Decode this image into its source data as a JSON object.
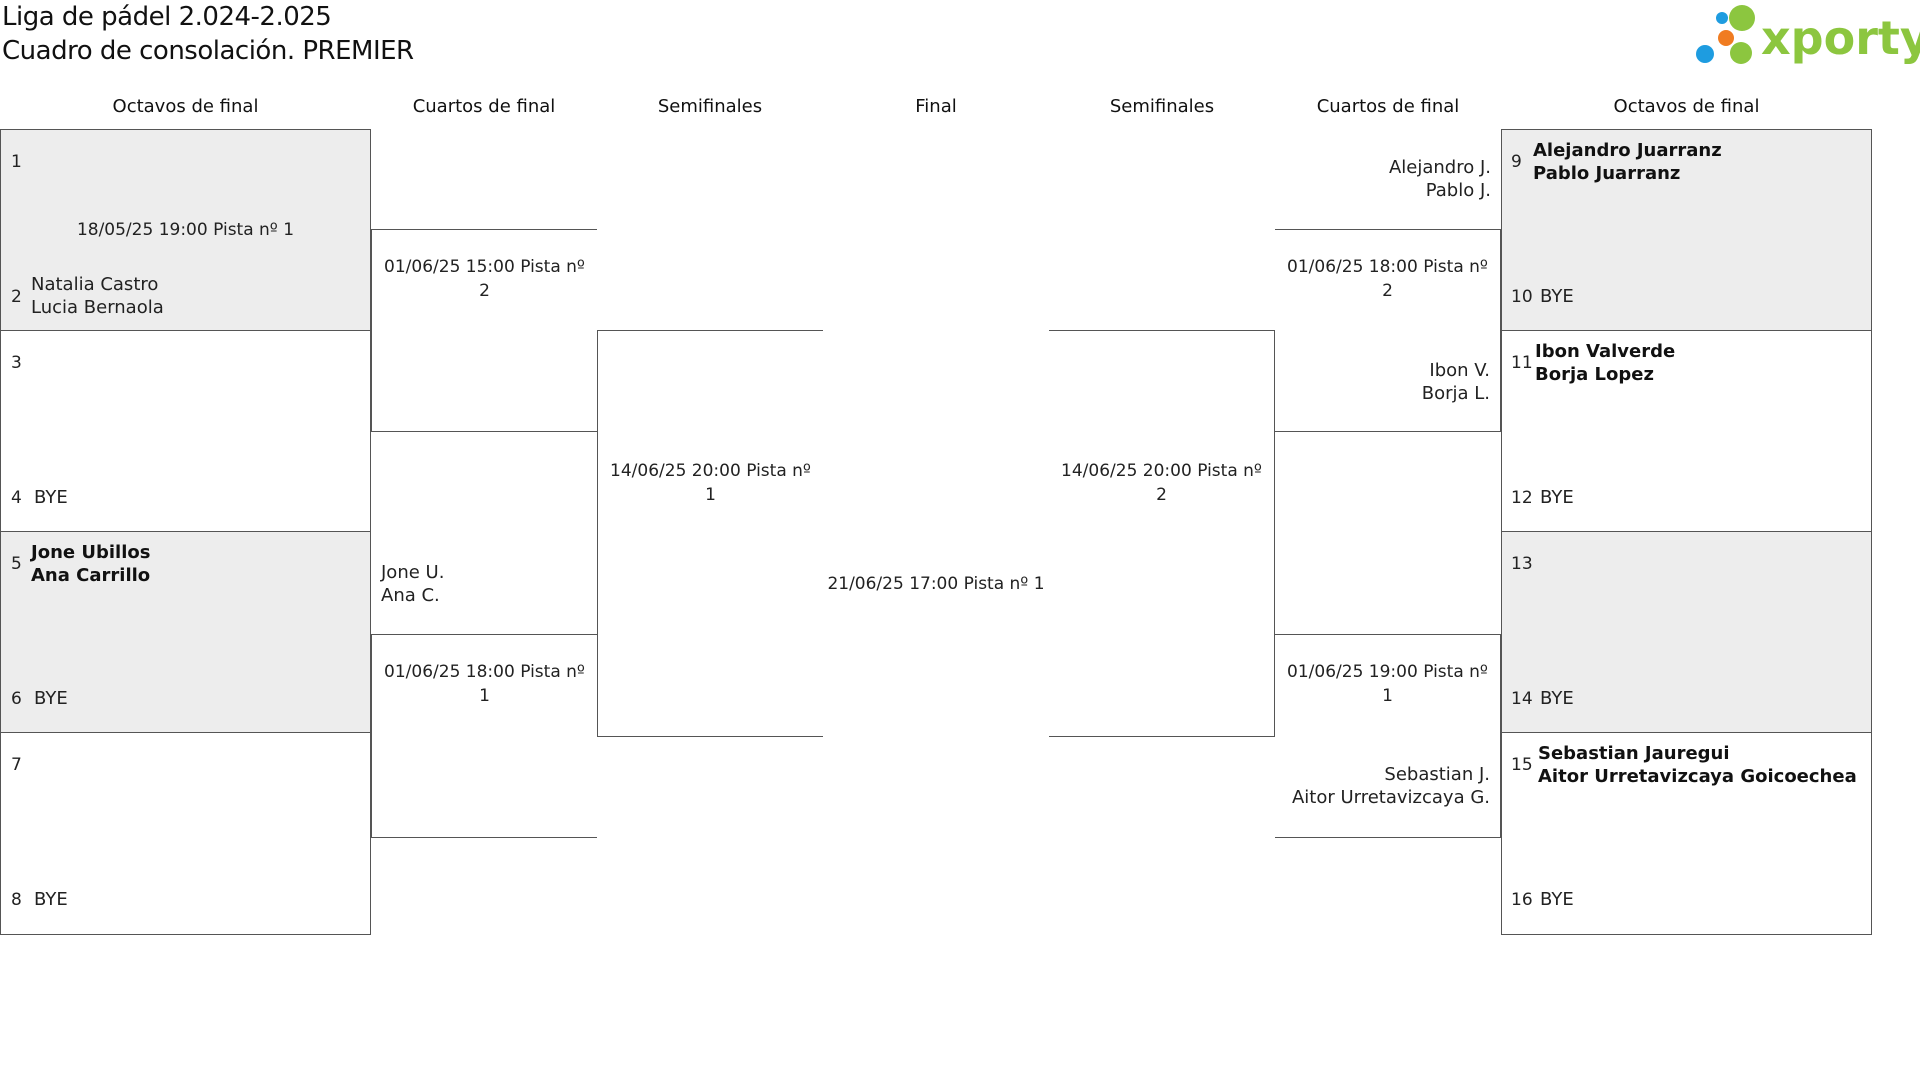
{
  "header": {
    "title_line1": "Liga de pádel 2.024-2.025",
    "title_line2": "Cuadro de consolación. PREMIER",
    "logo_text": "xporty",
    "logo_colors": {
      "green": "#8cc63f",
      "blue": "#1e9ce0",
      "orange": "#f07c21"
    }
  },
  "columns": {
    "l_r16": "Octavos de final",
    "l_qf": "Cuartos de final",
    "l_sf": "Semifinales",
    "final": "Final",
    "r_sf": "Semifinales",
    "r_qf": "Cuartos de final",
    "r_r16": "Octavos de final"
  },
  "left_r16": [
    {
      "seed_a": "1",
      "team_a": [],
      "seed_b": "2",
      "team_b": [
        "Natalia Castro",
        "Lucia Bernaola"
      ],
      "schedule": "18/05/25 19:00 Pista nº 1"
    },
    {
      "seed_a": "3",
      "team_a": [],
      "seed_b": "4",
      "team_b": [
        "BYE"
      ]
    },
    {
      "seed_a": "5",
      "team_a": [
        "Jone Ubillos",
        "Ana Carrillo"
      ],
      "seed_b": "6",
      "team_b": [
        "BYE"
      ]
    },
    {
      "seed_a": "7",
      "team_a": [],
      "seed_b": "8",
      "team_b": [
        "BYE"
      ]
    }
  ],
  "right_r16": [
    {
      "seed_a": "9",
      "team_a": [
        "Alejandro Juarranz",
        "Pablo Juarranz"
      ],
      "seed_b": "10",
      "team_b": [
        "BYE"
      ]
    },
    {
      "seed_a": "11",
      "team_a": [
        "Ibon Valverde",
        "Borja Lopez"
      ],
      "seed_b": "12",
      "team_b": [
        "BYE"
      ]
    },
    {
      "seed_a": "13",
      "team_a": [],
      "seed_b": "14",
      "team_b": [
        "BYE"
      ]
    },
    {
      "seed_a": "15",
      "team_a": [
        "Sebastian Jauregui",
        "Aitor Urretavizcaya Goicoechea"
      ],
      "seed_b": "16",
      "team_b": [
        "BYE"
      ]
    }
  ],
  "left_qf": [
    {
      "schedule_l1": "01/06/25 15:00 Pista nº",
      "schedule_l2": "2",
      "team_b": [
        "Jone U.",
        "Ana C."
      ]
    },
    {
      "schedule_l1": "01/06/25 18:00 Pista nº",
      "schedule_l2": "1"
    }
  ],
  "right_qf": [
    {
      "team_a": [
        "Alejandro J.",
        "Pablo J."
      ],
      "schedule_l1": "01/06/25 18:00 Pista nº",
      "schedule_l2": "2",
      "team_b": [
        "Ibon V.",
        "Borja L."
      ]
    },
    {
      "schedule_l1": "01/06/25 19:00 Pista nº",
      "schedule_l2": "1",
      "team_b": [
        "Sebastian J.",
        "Aitor Urretavizcaya G."
      ]
    }
  ],
  "left_sf": {
    "schedule_l1": "14/06/25 20:00 Pista nº",
    "schedule_l2": "1"
  },
  "right_sf": {
    "schedule_l1": "14/06/25 20:00 Pista nº",
    "schedule_l2": "2"
  },
  "final": {
    "schedule": "21/06/25 17:00 Pista nº 1"
  }
}
